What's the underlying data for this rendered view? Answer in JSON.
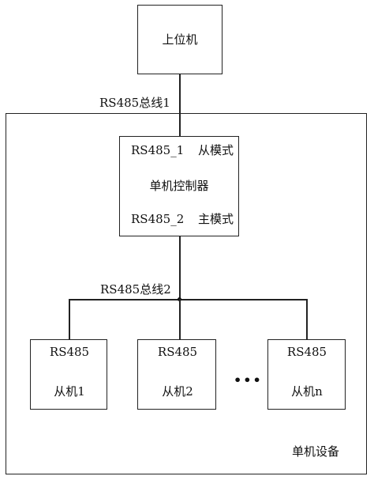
{
  "host": {
    "label": "上位机"
  },
  "bus1": {
    "label": "RS485总线1"
  },
  "controller": {
    "port1": "RS485_1",
    "port1_mode": "从模式",
    "name": "单机控制器",
    "port2": "RS485_2",
    "port2_mode": "主模式"
  },
  "bus2": {
    "label": "RS485总线2"
  },
  "slaves": [
    {
      "port": "RS485",
      "name": "从机1"
    },
    {
      "port": "RS485",
      "name": "从机2"
    },
    {
      "port": "RS485",
      "name": "从机n"
    }
  ],
  "ellipsis": "•••",
  "container": {
    "label": "单机设备"
  }
}
